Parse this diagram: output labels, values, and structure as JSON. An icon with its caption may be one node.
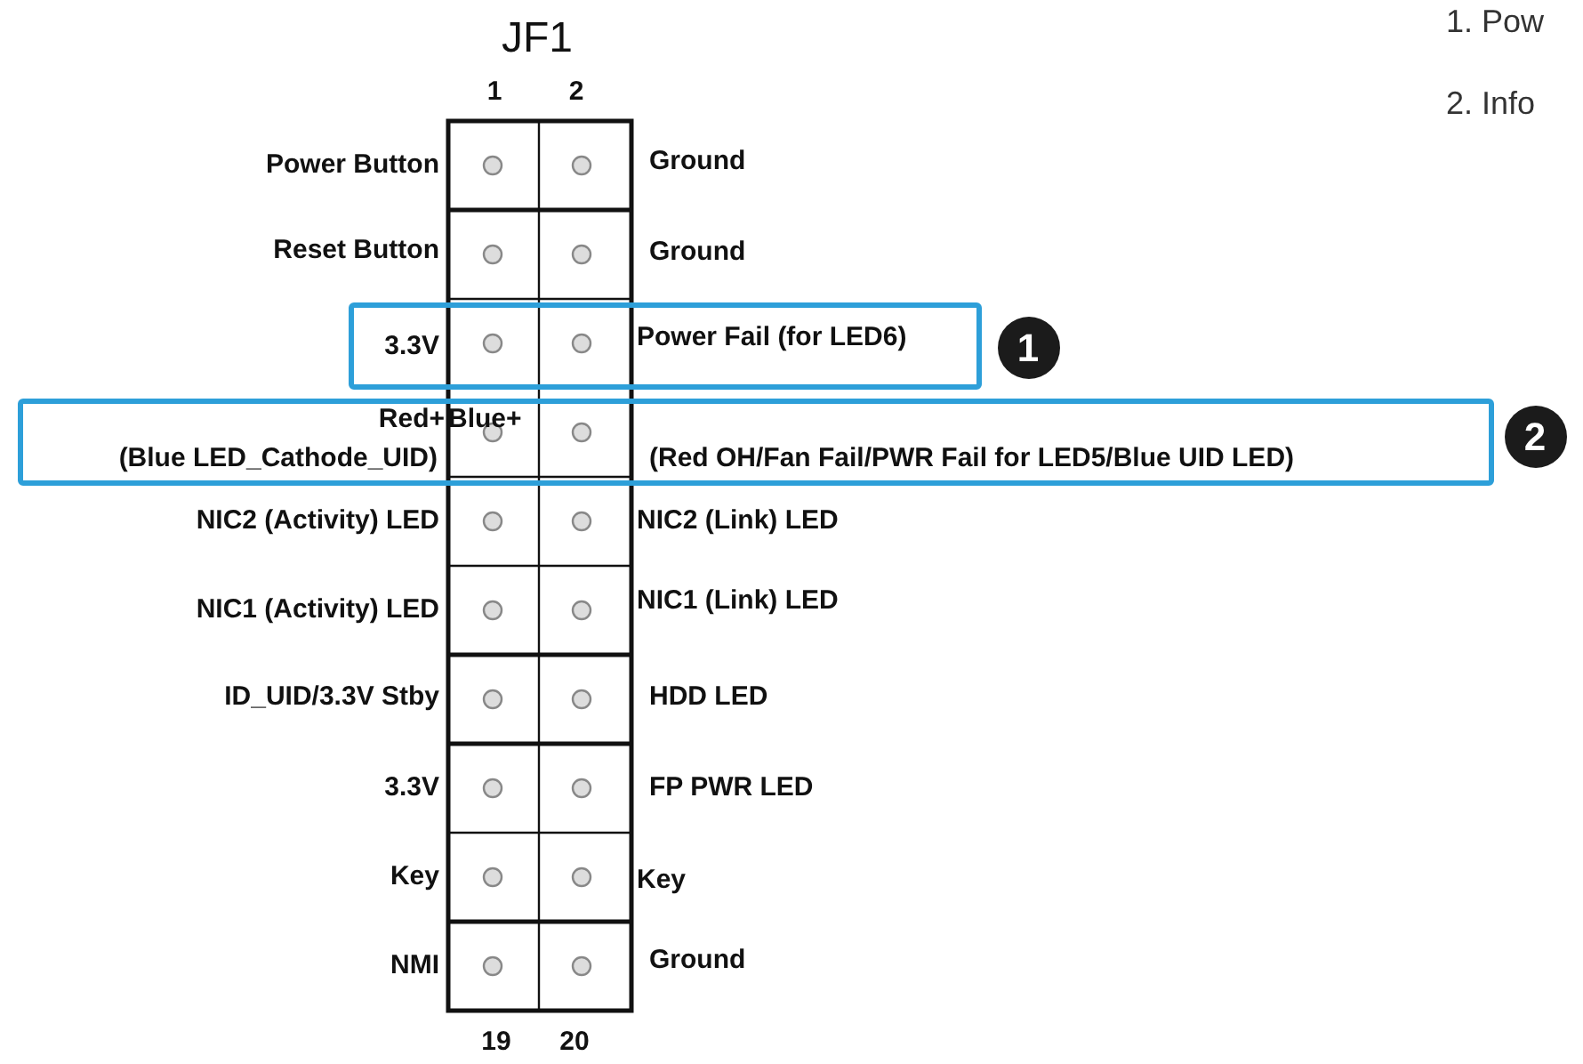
{
  "diagram": {
    "nodes": [
      {
        "text": [
          "3.3V",
          "Power Fail (for LED6)"
        ]
      },
      {
        "text": [
          "Red+",
          "Blue+",
          "(Blue LED_Cathode_UID)",
          "(Red OH/Fan Fail/PWR Fail for LED5/Blue UID LED)"
        ]
      },
      {
        "text": [
          "1"
        ]
      },
      {
        "text": [
          "2"
        ]
      }
    ],
    "labels": [
      "JF1",
      "1. Pow",
      "1",
      "2",
      "2. Info",
      "Power Button",
      "Ground",
      "Reset Button",
      "Ground",
      "NIC2 (Activity) LED",
      "NIC2 (Link) LED",
      "NIC1 (Activity) LED",
      "NIC1 (Link) LED",
      "ID_UID/3.3V Stby",
      "HDD LED",
      "3.3V",
      "FP PWR LED",
      "Key",
      "Key",
      "NMI",
      "Ground",
      "19",
      "20"
    ]
  }
}
